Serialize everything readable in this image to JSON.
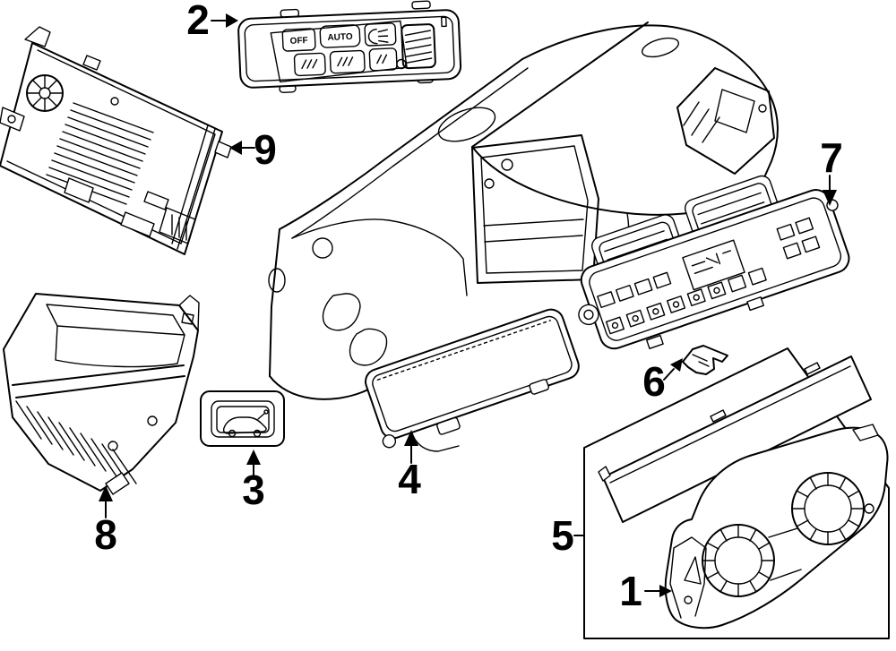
{
  "page": {
    "background": "#ffffff",
    "ink": "#000000",
    "kind": "exploded-parts-line-diagram"
  },
  "callouts": [
    {
      "num": "1"
    },
    {
      "num": "2"
    },
    {
      "num": "3"
    },
    {
      "num": "4"
    },
    {
      "num": "5"
    },
    {
      "num": "6"
    },
    {
      "num": "7"
    },
    {
      "num": "8"
    },
    {
      "num": "9"
    }
  ],
  "headlamp_switch": {
    "off_label": "OFF",
    "auto_label": "AUTO",
    "icons": [
      "headlight-beam-icon",
      "front-fog-light-icon",
      "rear-fog-light-icon",
      "dimmer-wheel-icon"
    ]
  },
  "icons": {
    "trunk_switch": "trunk-release-car-icon",
    "amplifier": "cooling-fan-icon"
  }
}
